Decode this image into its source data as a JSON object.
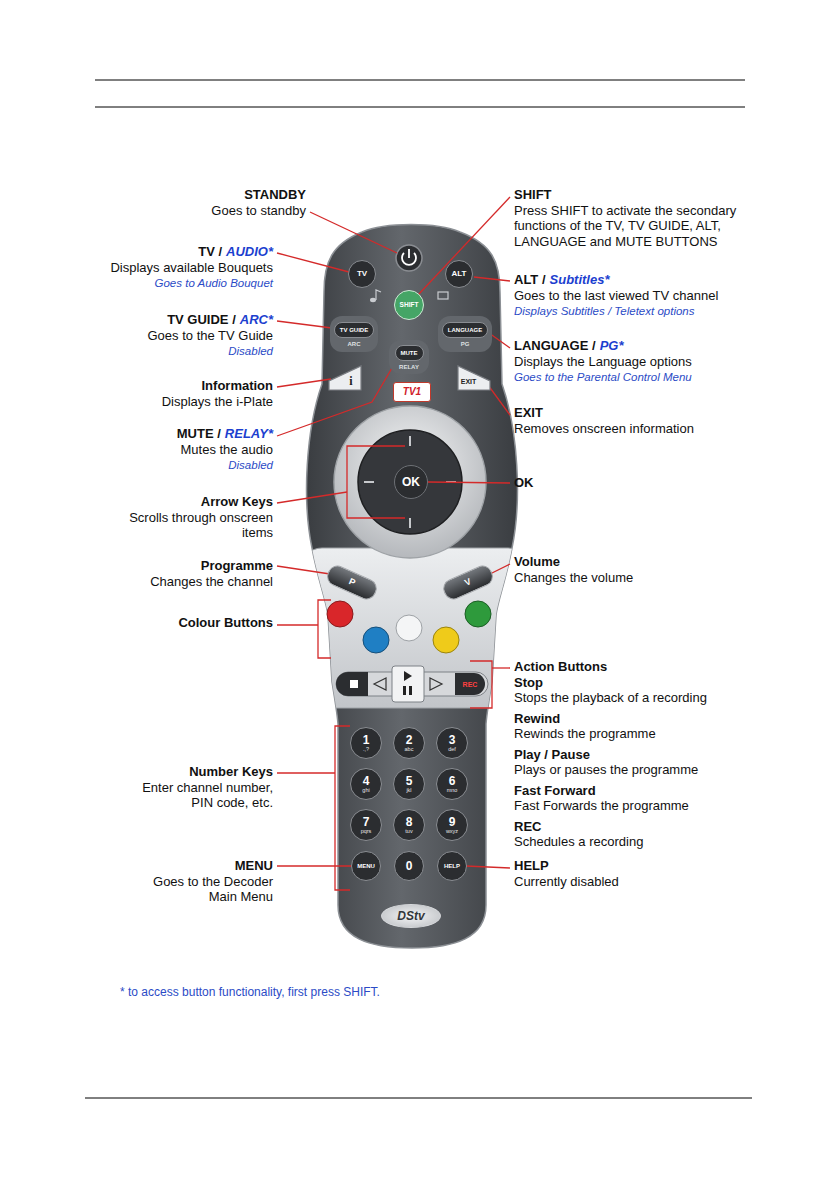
{
  "diagram": {
    "nodes": [
      {
        "text": [
          "TV"
        ]
      },
      {
        "text": [
          "ALT"
        ]
      },
      {
        "text": [
          "SHIFT"
        ]
      },
      {
        "text": [
          "TV GUIDE",
          "ARC"
        ]
      },
      {
        "text": [
          "LANGUAGE",
          "PG"
        ]
      },
      {
        "text": [
          "MUTE",
          "RELAY"
        ]
      },
      {
        "text": [
          "i"
        ]
      },
      {
        "text": [
          "EXIT"
        ]
      },
      {
        "text": [
          "TV1"
        ]
      },
      {
        "text": [
          "OK"
        ]
      },
      {
        "text": [
          "P"
        ]
      },
      {
        "text": [
          "V"
        ]
      },
      {
        "text": [
          "REC"
        ]
      },
      {
        "text": [
          "1",
          ".,?"
        ]
      },
      {
        "text": [
          "2",
          "abc"
        ]
      },
      {
        "text": [
          "3",
          "def"
        ]
      },
      {
        "text": [
          "4",
          "ghi"
        ]
      },
      {
        "text": [
          "5",
          "jkl"
        ]
      },
      {
        "text": [
          "6",
          "mno"
        ]
      },
      {
        "text": [
          "7",
          "pqrs"
        ]
      },
      {
        "text": [
          "8",
          "tuv"
        ]
      },
      {
        "text": [
          "9",
          "wxyz"
        ]
      },
      {
        "text": [
          "MENU"
        ]
      },
      {
        "text": [
          "0"
        ]
      },
      {
        "text": [
          "HELP"
        ]
      },
      {
        "text": [
          "DStv"
        ]
      }
    ],
    "labels": [
      "STANDBY",
      "Goes to standby",
      "SHIFT",
      "Press SHIFT to activate the secondary functions of the TV, TV GUIDE, ALT, LANGUAGE and MUTE BUTTONS",
      "TV /",
      "AUDIO*",
      "Displays available Bouquets",
      "Goes to Audio Bouquet",
      "ALT /",
      "Subtitles*",
      "Goes to the last viewed TV channel",
      "Displays Subtitles / Teletext options",
      "TV GUIDE /",
      "ARC*",
      "Goes to the TV Guide",
      "Disabled",
      "LANGUAGE /",
      "PG*",
      "Displays the Language options",
      "Goes to the Parental Control Menu",
      "Information",
      "Displays the i-Plate",
      "EXIT",
      "Removes onscreen information",
      "MUTE /",
      "RELAY*",
      "Mutes the audio",
      "Disabled",
      "OK",
      "Arrow Keys",
      "Scrolls through onscreen items",
      "Programme",
      "Changes the channel",
      "Volume",
      "Changes the volume",
      "Colour Buttons",
      "Action Buttons",
      "Stop",
      "Stops the playback of a recording",
      "Rewind",
      "Rewinds the programme",
      "Play / Pause",
      "Plays or pauses the programme",
      "Fast Forward",
      "Fast Forwards the programme",
      "REC",
      "Schedules a recording",
      "Number Keys",
      "Enter channel number, PIN code, etc.",
      "MENU",
      "Goes to the Decoder Main Menu",
      "HELP",
      "Currently disabled",
      "* to access button functionality, first press SHIFT."
    ]
  }
}
